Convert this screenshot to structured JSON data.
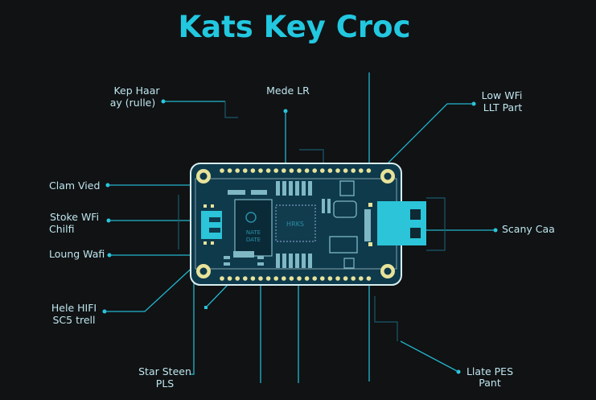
{
  "title": "Kats Key Croc",
  "colors": {
    "accent": "#22c8e0",
    "board": "#0e3a4c",
    "background": "#101214",
    "pads": "#e8e39a"
  },
  "labels": {
    "kep_haar": [
      "Kep Haar",
      "ay (rulle)"
    ],
    "mede_lr": "Mede LR",
    "low_wfi": [
      "Low WFi",
      "LLT Part"
    ],
    "clam_vied": "Clam Vied",
    "stoke_wfi": [
      "Stoke WFi",
      "Chilfi"
    ],
    "loung_wafi": "Loung Wafi",
    "hele_hifi": [
      "Hele HIFI",
      "SC5 trell"
    ],
    "scany_caa": "Scany Caa",
    "star_steen": [
      "Star Steen",
      "PLS"
    ],
    "llate_pes": [
      "Llate PES",
      "Pant"
    ]
  },
  "board": {
    "chip_left_text": [
      "NATE",
      "DATE"
    ],
    "chip_center_text": "HRKS"
  }
}
